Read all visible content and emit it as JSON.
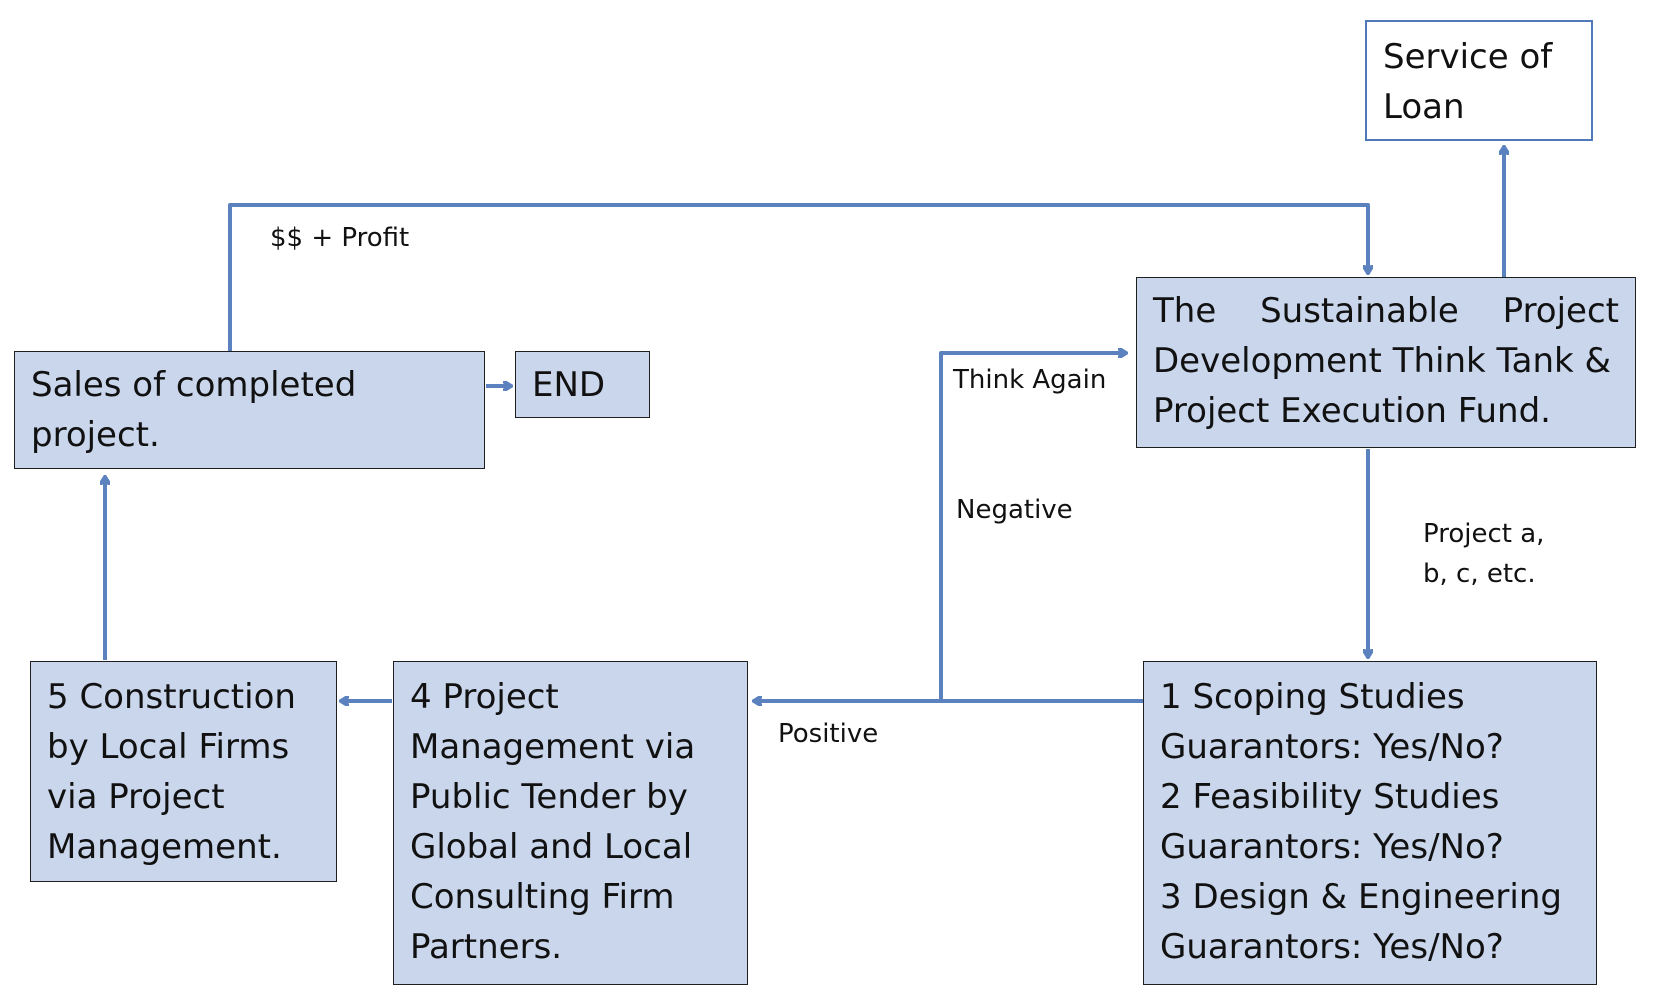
{
  "diagram": {
    "nodes": {
      "service_of_loan": {
        "lines": [
          "Service of",
          "Loan"
        ]
      },
      "think_tank": {
        "lines": [
          "The Sustainable Project",
          "Development Think Tank &",
          "Project Execution Fund."
        ]
      },
      "sales": {
        "lines": [
          "Sales of completed",
          "project."
        ]
      },
      "end": {
        "lines": [
          "END"
        ]
      },
      "construction": {
        "lines": [
          "5 Construction",
          "by Local Firms",
          "via Project",
          "Management."
        ]
      },
      "project_management": {
        "lines": [
          "4 Project",
          "Management via",
          "Public Tender by",
          "Global and Local",
          "Consulting Firm",
          "Partners."
        ]
      },
      "studies": {
        "lines": [
          "1 Scoping Studies",
          "Guarantors: Yes/No?",
          "2 Feasibility Studies",
          "Guarantors: Yes/No?",
          "3 Design & Engineering",
          "Guarantors: Yes/No?"
        ]
      }
    },
    "edge_labels": {
      "profit": "$$ + Profit",
      "think_again": "Think Again",
      "negative": "Negative",
      "positive": "Positive",
      "projects": [
        "Project a,",
        "b, c, etc."
      ]
    },
    "colors": {
      "box_fill": "#c9d6ec",
      "arrow": "#5b82bf",
      "border": "#1f1f1f"
    }
  }
}
